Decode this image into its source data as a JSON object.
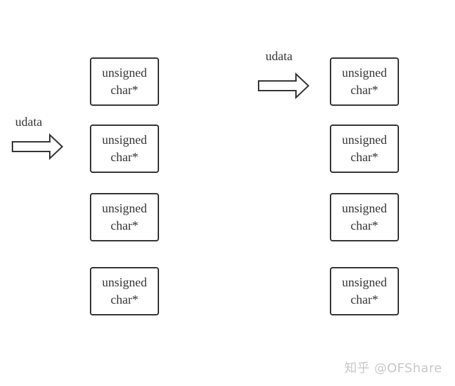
{
  "left_column": {
    "pointer_label": "udata",
    "cells": [
      {
        "line1": "unsigned",
        "line2": "char*"
      },
      {
        "line1": "unsigned",
        "line2": "char*"
      },
      {
        "line1": "unsigned",
        "line2": "char*"
      },
      {
        "line1": "unsigned",
        "line2": "char*"
      }
    ]
  },
  "right_column": {
    "pointer_label": "udata",
    "cells": [
      {
        "line1": "unsigned",
        "line2": "char*"
      },
      {
        "line1": "unsigned",
        "line2": "char*"
      },
      {
        "line1": "unsigned",
        "line2": "char*"
      },
      {
        "line1": "unsigned",
        "line2": "char*"
      }
    ]
  },
  "watermark": "知乎 @OFShare",
  "colors": {
    "stroke": "#333333",
    "watermark": "#c7c7c7"
  }
}
